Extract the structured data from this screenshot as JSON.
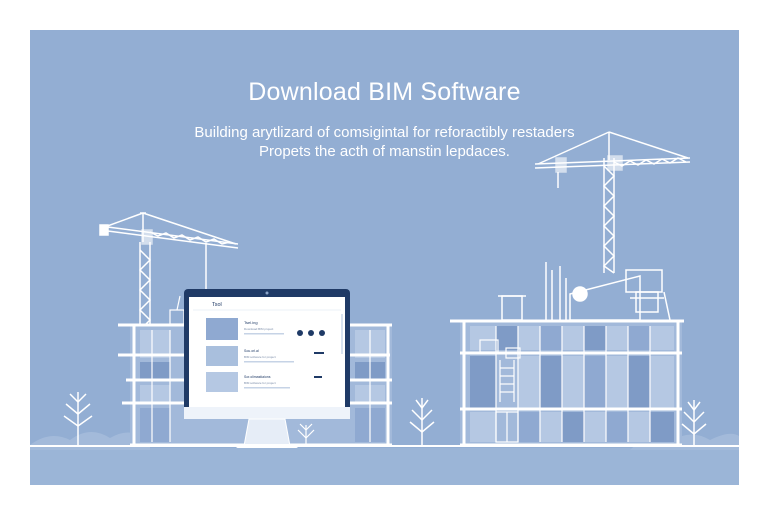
{
  "page": {
    "title": "Download BIM Software",
    "subtitle_line1": "Building arytlizard of comsigintal for reforactibly restaders",
    "subtitle_line2": "Propets the acth of manstin lepdaces."
  },
  "colors": {
    "background": "#93aed3",
    "line": "#ffffff",
    "panel_light": "#b5c8e3",
    "panel_mid": "#a2b9da",
    "panel_dark": "#7f9bc6",
    "monitor_frame": "#1f3a66"
  },
  "monitor_screen": {
    "brand": "Tsol",
    "rows": [
      {
        "heading": "Tsel.ing",
        "text": "Download BIM project"
      },
      {
        "heading": "Sou.orl.al",
        "text": "BIM software for project"
      },
      {
        "heading": "Sor.olimastiaions",
        "text": "BIM software for project"
      }
    ]
  }
}
